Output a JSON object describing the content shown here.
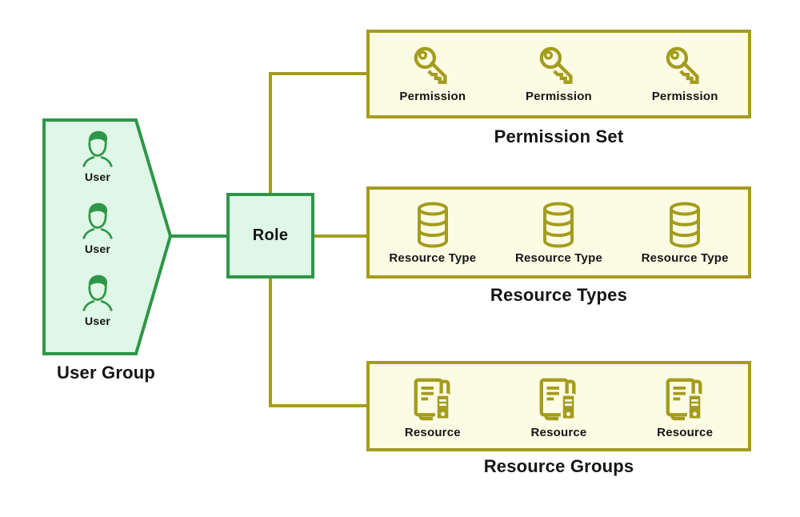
{
  "diagram": {
    "user_group": {
      "title": "User Group",
      "members": [
        {
          "label": "User"
        },
        {
          "label": "User"
        },
        {
          "label": "User"
        }
      ]
    },
    "role": {
      "label": "Role"
    },
    "groups": [
      {
        "title": "Permission Set",
        "icon": "key-icon",
        "items": [
          "Permission",
          "Permission",
          "Permission"
        ]
      },
      {
        "title": "Resource Types",
        "icon": "database-icon",
        "items": [
          "Resource Type",
          "Resource Type",
          "Resource Type"
        ]
      },
      {
        "title": "Resource Groups",
        "icon": "resource-server-icon",
        "items": [
          "Resource",
          "Resource",
          "Resource"
        ]
      }
    ],
    "colors": {
      "green_border": "#2f9648",
      "green_fill": "#def7e6",
      "olive_border": "#a49c1e",
      "olive_fill": "#fcfce4",
      "text": "#151515",
      "background": "#ffffff"
    }
  }
}
